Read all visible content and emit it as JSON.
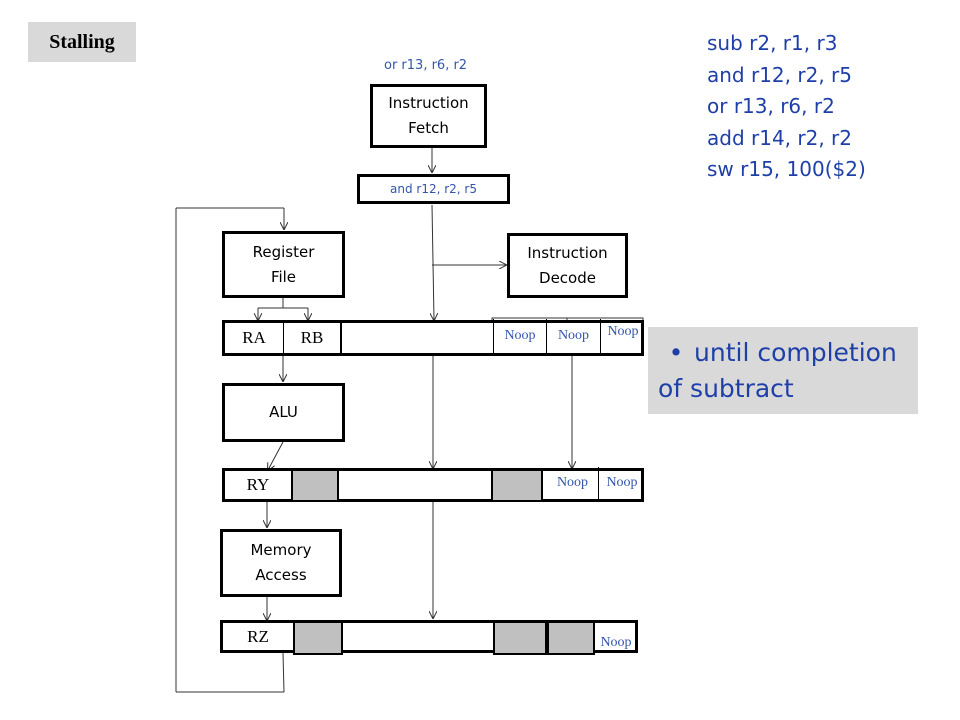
{
  "title": "Stalling",
  "stages": {
    "fetch": "Instruction\nFetch",
    "register_file": "Register\nFile",
    "decode": "Instruction\nDecode",
    "alu": "ALU",
    "memory": "Memory\nAccess"
  },
  "pipeline_labels": {
    "fetch_instr": "or r13, r6, r2",
    "ifid_instr": "and r12, r2, r5"
  },
  "registers": {
    "ra": "RA",
    "rb": "RB",
    "ry": "RY",
    "rz": "RZ"
  },
  "noops": {
    "rarb_1": "Noop",
    "rarb_2": "Noop",
    "rarb_3": "Noop",
    "ry_1": "Noop",
    "ry_2": "Noop",
    "rz_1": "Noop"
  },
  "code_lines": [
    "sub r2, r1, r3",
    "and r12, r2, r5",
    "or r13, r6, r2",
    "add r14, r2, r2",
    "sw r15, 100($2)"
  ],
  "callout": {
    "bullet": "•",
    "line1": "until completion",
    "line2": "of subtract"
  },
  "colors": {
    "accent_blue": "#3355aa",
    "code_blue": "#1f3fa8",
    "gray_fill": "#c0c0c0",
    "panel_gray": "#d9d9d9"
  }
}
